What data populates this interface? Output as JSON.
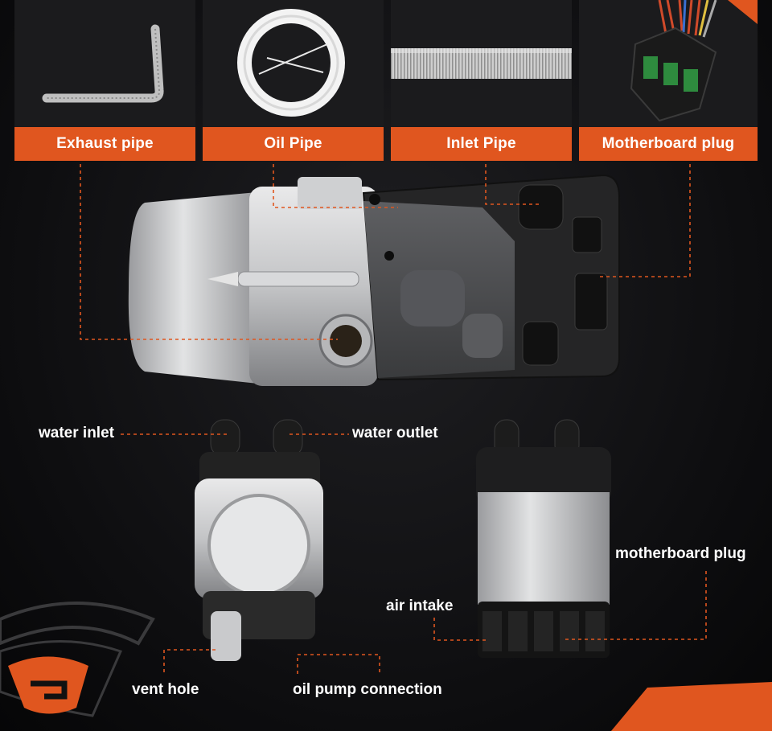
{
  "top_labels": {
    "exhaust_pipe": "Exhaust pipe",
    "oil_pipe": "Oil Pipe",
    "inlet_pipe": "Inlet Pipe",
    "motherboard_plug": "Motherboard plug"
  },
  "callouts": {
    "water_inlet": "water inlet",
    "water_outlet": "water outlet",
    "motherboard_plug": "motherboard plug",
    "air_intake": "air intake",
    "vent_hole": "vent hole",
    "oil_pump_connection": "oil pump connection"
  },
  "colors": {
    "accent": "#e0561f",
    "panel": "#1b1b1d",
    "background": "#0d0d0f"
  },
  "icons": {
    "brand_logo": "shield-g-logo"
  }
}
